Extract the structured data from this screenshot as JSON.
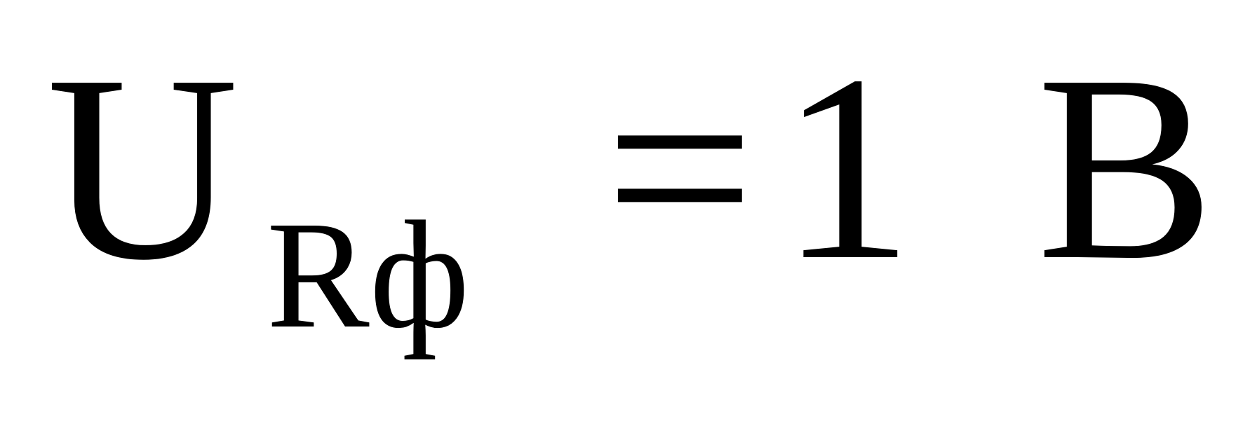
{
  "formula": {
    "variable": "U",
    "subscript": "Rф",
    "equals": "=",
    "value": "1",
    "unit": "В"
  }
}
